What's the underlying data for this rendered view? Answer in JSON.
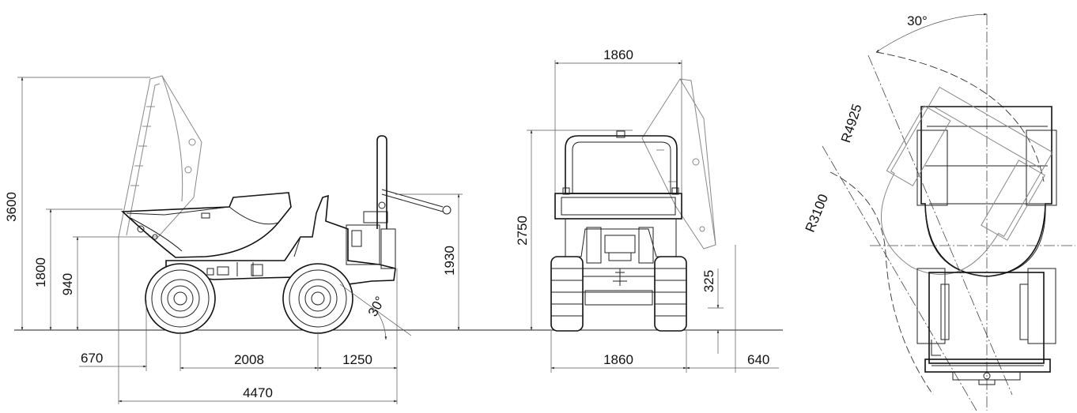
{
  "side_view": {
    "dims": {
      "height_tipped": "3600",
      "height_bucket": "1800",
      "height_lip": "940",
      "height_rops": "1930",
      "front_overhang": "670",
      "wheelbase": "2008",
      "rear_overhang": "1250",
      "overall_length": "4470",
      "departure_angle": "30°"
    }
  },
  "front_view": {
    "dims": {
      "top_width": "1860",
      "height_tipped": "2750",
      "ground_clearance": "325",
      "bottom_width": "1860",
      "side_reach": "640"
    }
  },
  "top_view": {
    "dims": {
      "swivel_angle": "30°",
      "outer_radius": "R4925",
      "inner_radius": "R3100"
    }
  }
}
